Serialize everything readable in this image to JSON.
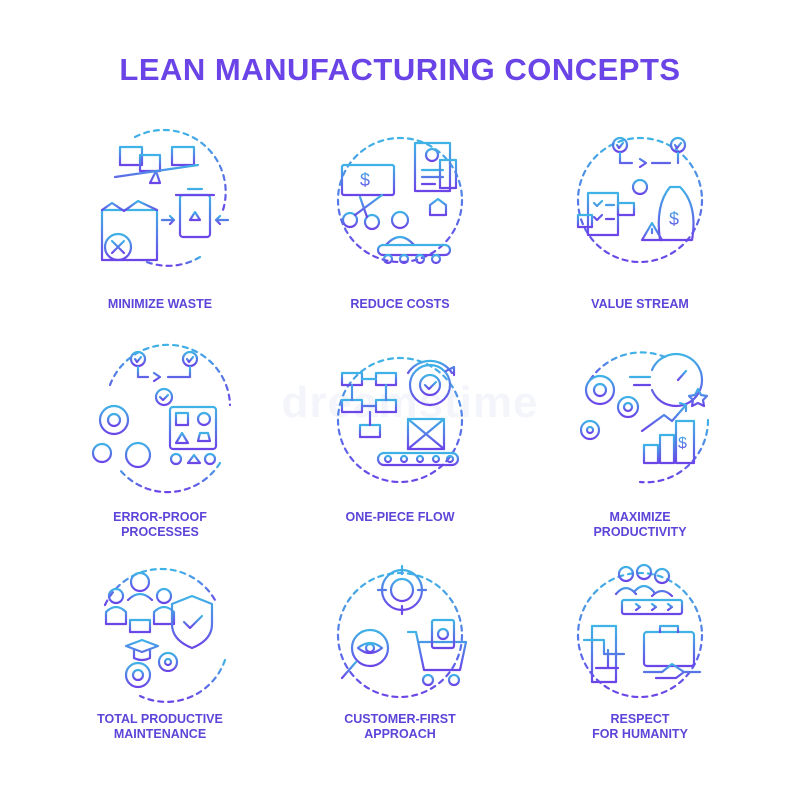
{
  "title": "LEAN MANUFACTURING CONCEPTS",
  "watermark": "dreamstime",
  "colors": {
    "title": "#6a44e6",
    "icon_top": "#3fb3e6",
    "icon_bottom": "#6b45e8",
    "label": "#5c45d8"
  },
  "concepts": [
    {
      "lines": [
        "MINIMIZE WASTE"
      ],
      "icon": "recycle-waste-icon"
    },
    {
      "lines": [
        "REDUCE COSTS"
      ],
      "icon": "cost-cut-icon"
    },
    {
      "lines": [
        "VALUE STREAM"
      ],
      "icon": "value-stream-icon"
    },
    {
      "lines": [
        "ERROR-PROOF",
        "PROCESSES"
      ],
      "icon": "error-proof-icon"
    },
    {
      "lines": [
        "ONE-PIECE FLOW"
      ],
      "icon": "one-piece-flow-icon"
    },
    {
      "lines": [
        "MAXIMIZE",
        "PRODUCTIVITY"
      ],
      "icon": "productivity-icon"
    },
    {
      "lines": [
        "TOTAL PRODUCTIVE",
        "MAINTENANCE"
      ],
      "icon": "maintenance-icon"
    },
    {
      "lines": [
        "CUSTOMER-FIRST",
        "APPROACH"
      ],
      "icon": "customer-first-icon"
    },
    {
      "lines": [
        "RESPECT",
        "FOR HUMANITY"
      ],
      "icon": "respect-humanity-icon"
    }
  ]
}
